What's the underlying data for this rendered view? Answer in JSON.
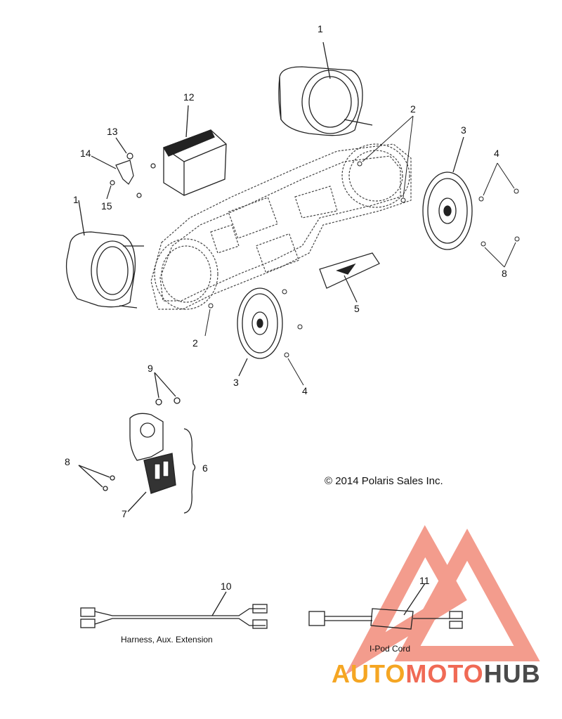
{
  "callouts": {
    "c1a": "1",
    "c1b": "1",
    "c2a": "2",
    "c2b": "2",
    "c3a": "3",
    "c3b": "3",
    "c4a": "4",
    "c4b": "4",
    "c5": "5",
    "c6": "6",
    "c7": "7",
    "c8a": "8",
    "c8b": "8",
    "c9": "9",
    "c10": "10",
    "c11": "11",
    "c12": "12",
    "c13": "13",
    "c14": "14",
    "c15": "15"
  },
  "captions": {
    "harness": "Harness, Aux. Extension",
    "ipod": "I-Pod Cord"
  },
  "copyright": "© 2014 Polaris Sales Inc.",
  "watermark": {
    "part1": "AUTO",
    "part2": "MOTO",
    "part3": "HUB"
  },
  "colors": {
    "watermark_red": "#f06a55",
    "watermark_orange": "#f5a623",
    "watermark_dark": "#4a4a4a",
    "line": "#222222"
  }
}
